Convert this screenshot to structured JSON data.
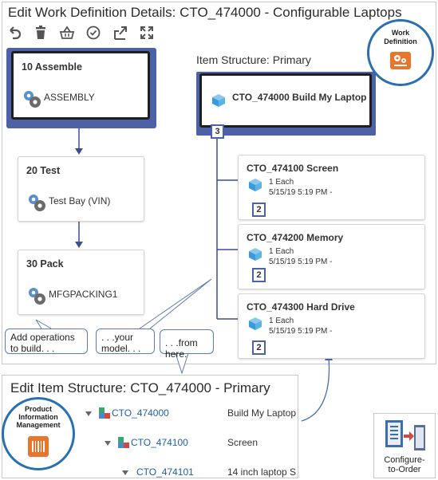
{
  "page_title": "Edit Work Definition Details: CTO_474000 - Configurable Laptops",
  "toolbar": {
    "icons": [
      "undo-icon",
      "delete-icon",
      "basket-icon",
      "check-circle-icon",
      "export-icon",
      "expand-icon"
    ]
  },
  "operations": [
    {
      "title": "10 Assemble",
      "resource": "ASSEMBLY"
    },
    {
      "title": "20 Test",
      "resource": "Test Bay (VIN)"
    },
    {
      "title": "30 Pack",
      "resource": "MFGPACKING1"
    }
  ],
  "item_structure": {
    "title": "Item Structure: Primary",
    "root": {
      "label": "CTO_474000 Build My Laptop",
      "count": "3"
    },
    "children": [
      {
        "title": "CTO_474100 Screen",
        "qty": "1 Each",
        "date": "5/15/19 5:19 PM -",
        "count": "2"
      },
      {
        "title": "CTO_474200 Memory",
        "qty": "1 Each",
        "date": "5/15/19 5:19 PM -",
        "count": "2"
      },
      {
        "title": "CTO_474300 Hard Drive",
        "qty": "1 Each",
        "date": "5/15/19 5:19 PM -",
        "count": "2"
      }
    ]
  },
  "callouts": {
    "c1_line1": "Add operations",
    "c1_line2": "to build. . .",
    "c2_line1": ". . .your",
    "c2_line2": "model. . .",
    "c3": ". . .from here."
  },
  "work_definition_badge": {
    "line1": "Work",
    "line2": "Definition"
  },
  "bottom": {
    "title": "Edit Item Structure: CTO_474000 - Primary",
    "rows": [
      {
        "link": "CTO_474000",
        "desc": "Build My Laptop"
      },
      {
        "link": "CTO_474100",
        "desc": "Screen"
      },
      {
        "link": "CTO_474101",
        "desc": "14 inch laptop S"
      }
    ]
  },
  "pim_badge": {
    "line1": "Product",
    "line2": "Information",
    "line3": "Management"
  },
  "cto_tile": {
    "line1": "Configure-",
    "line2": "to-Order"
  },
  "colors": {
    "accent": "#4d61a7",
    "connector": "#3b4f8f",
    "callout_border": "#5d7bb0",
    "link": "#1f5fa8",
    "orange": "#e8752a"
  }
}
